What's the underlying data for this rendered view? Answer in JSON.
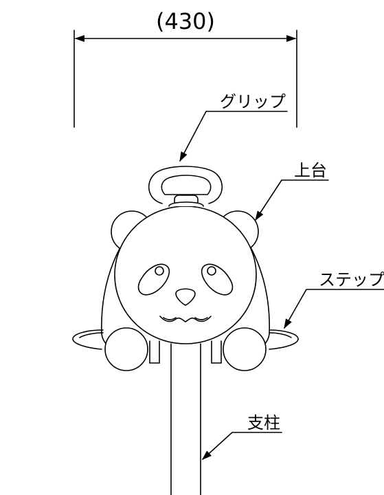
{
  "dimension": {
    "label": "(430)"
  },
  "callouts": {
    "grip": "グリップ",
    "upper_seat": "上台",
    "step": "ステップ",
    "post": "支柱"
  },
  "colors": {
    "line": "#000000",
    "background": "#ffffff"
  }
}
